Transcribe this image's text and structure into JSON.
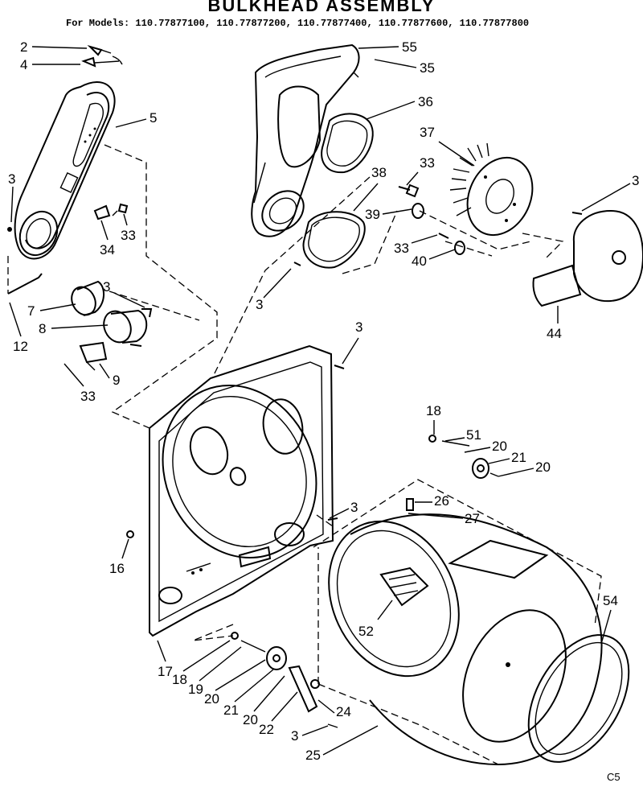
{
  "title": "BULKHEAD ASSEMBLY",
  "subtitle": "For Models: 110.77877100, 110.77877200, 110.77877400, 110.77877600, 110.77877800",
  "corner_code": "C5",
  "callouts": [
    "2",
    "4",
    "5",
    "3",
    "33",
    "34",
    "12",
    "7",
    "3",
    "8",
    "9",
    "33",
    "55",
    "35",
    "36",
    "37",
    "33",
    "38",
    "39",
    "3",
    "33",
    "40",
    "44",
    "3",
    "18",
    "51",
    "20",
    "21",
    "20",
    "3",
    "26",
    "27",
    "16",
    "54",
    "52",
    "17",
    "18",
    "19",
    "20",
    "21",
    "20",
    "22",
    "24",
    "3",
    "25",
    "3"
  ]
}
